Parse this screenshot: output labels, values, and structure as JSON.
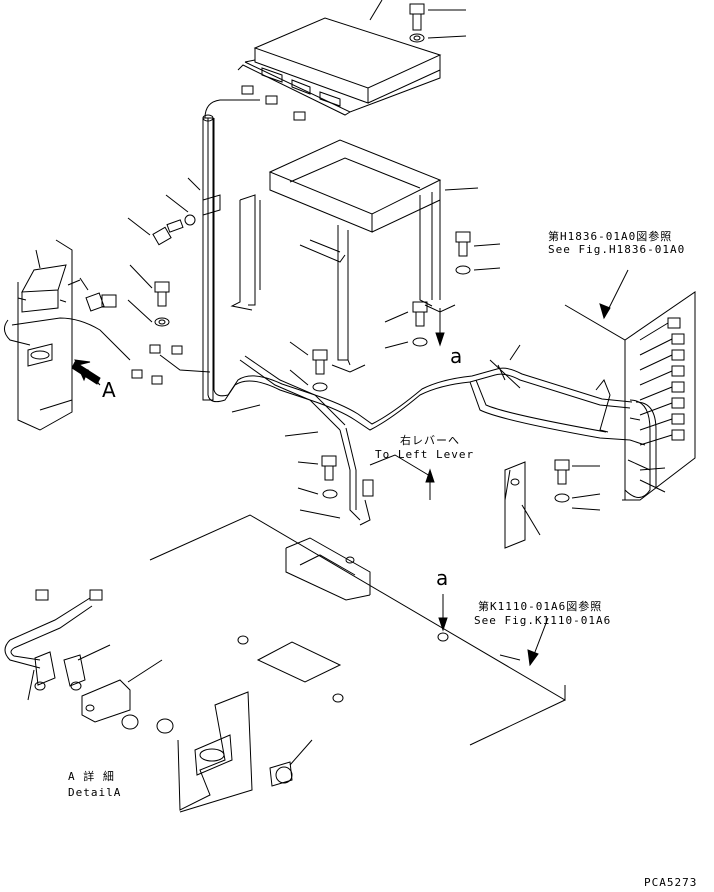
{
  "labels": {
    "ref_h1836_jp": "第H1836-01A0図参照",
    "ref_h1836_en": "See Fig.H1836-01A0",
    "ref_k1110_jp": "第K1110-01A6図参照",
    "ref_k1110_en": "See Fig.K1110-01A6",
    "lever_jp": "右レバーへ",
    "lever_en": "To Left Lever",
    "arrow_a": "A",
    "point_a_upper": "a",
    "point_a_lower": "a",
    "detail_jp": "A 詳 細",
    "detail_en": "DetailA",
    "part_code": "PCA5273"
  }
}
